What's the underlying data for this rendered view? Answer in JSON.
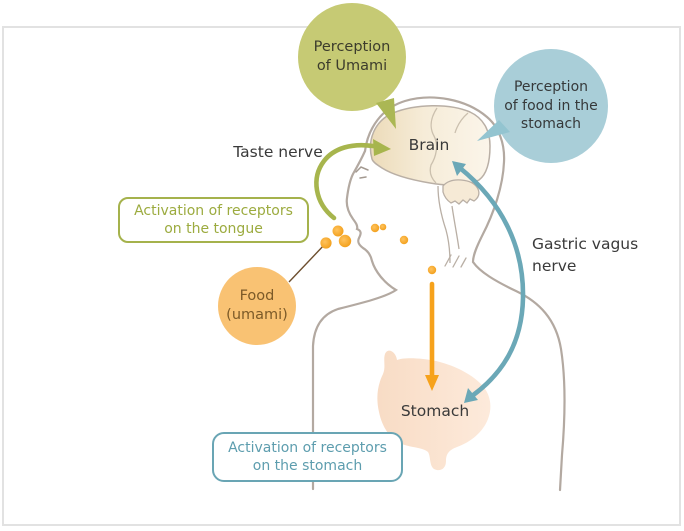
{
  "diagram": {
    "labels": {
      "taste_nerve": "Taste nerve",
      "gastric_vagus_line1": "Gastric vagus",
      "gastric_vagus_line2": "nerve",
      "brain": "Brain",
      "stomach": "Stomach"
    },
    "bubbles": {
      "perception_umami": {
        "line1": "Perception",
        "line2": "of Umami",
        "fill": "#c6ca74"
      },
      "perception_food_stomach": {
        "line1": "Perception",
        "line2": "of food in the",
        "line3": "stomach",
        "fill": "#a9ced8"
      },
      "food_umami": {
        "line1": "Food",
        "line2": "(umami)",
        "fill": "#f9c273"
      }
    },
    "callouts": {
      "tongue": {
        "line1": "Activation of receptors",
        "line2": "on the tongue",
        "color": "#9cab3f",
        "border": "#a5b24c"
      },
      "stomach": {
        "line1": "Activation of receptors",
        "line2": "on the stomach",
        "color": "#5d9dae",
        "border": "#69a5b4"
      }
    },
    "colors": {
      "taste_nerve_arrow": "#a7b54d",
      "gastric_vagus_arrow": "#6ba8b7",
      "food_path_arrow": "#f6a21c",
      "silhouette_line": "#b3a9a1",
      "brain_fill": "#f0e1c2",
      "stomach_fill": "#fbe3d1",
      "food_dot": "#f5a02b",
      "connector_line": "#6d4f2f",
      "panel_border": "#e2e2e2",
      "text_dark": "#3a3a3a"
    }
  }
}
